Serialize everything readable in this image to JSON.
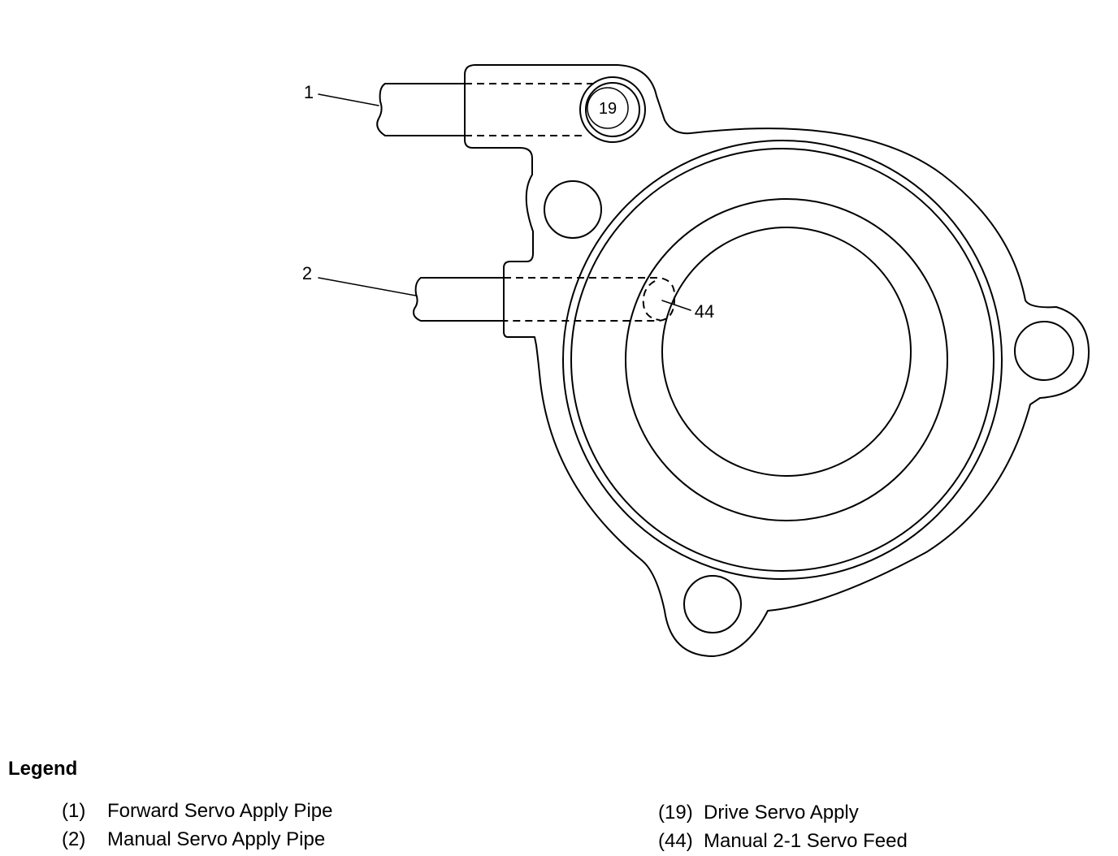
{
  "callouts": {
    "c1": "1",
    "c2": "2",
    "c19": "19",
    "c44": "44"
  },
  "legend": {
    "title": "Legend",
    "items": [
      {
        "num": "(1)",
        "label": "Forward Servo Apply Pipe"
      },
      {
        "num": "(2)",
        "label": "Manual Servo Apply Pipe"
      },
      {
        "num": "(19)",
        "label": "Drive Servo Apply"
      },
      {
        "num": "(44)",
        "label": "Manual 2-1 Servo Feed"
      }
    ]
  }
}
